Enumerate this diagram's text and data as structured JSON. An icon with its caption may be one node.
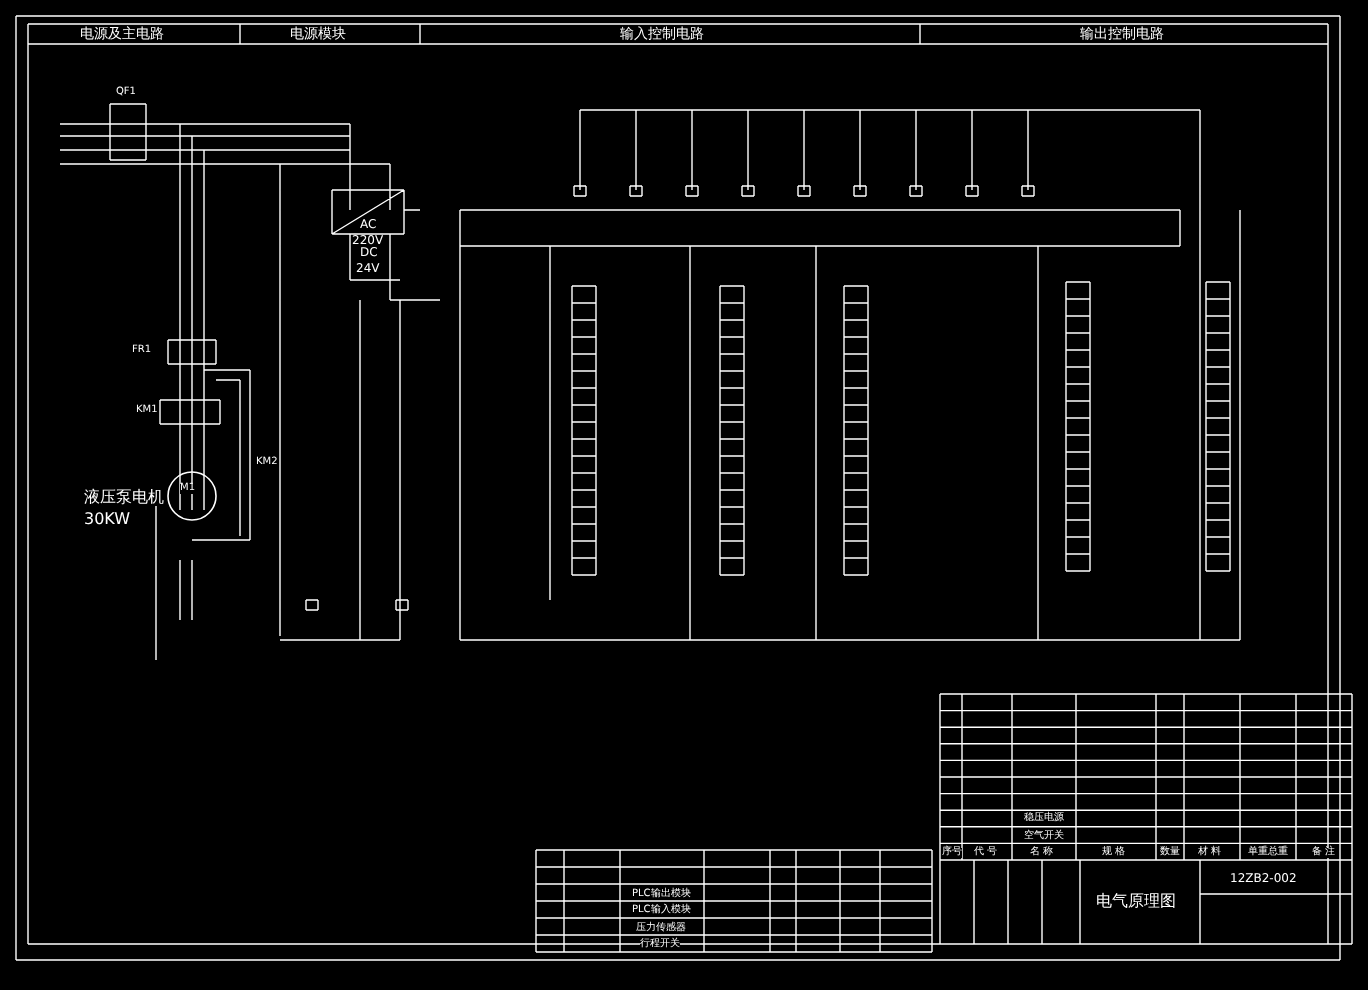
{
  "diagram": {
    "labels": [
      "电源及主电路",
      "电源模块",
      "输入控制电路",
      "输出控制电路",
      "QF1",
      "KM1",
      "FR1",
      "KM2",
      "M1",
      "液压泵电机",
      "30KW",
      "AC",
      "220V",
      "DC",
      "24V",
      "空气开关",
      "稳压电源",
      "序号",
      "代 号",
      "名 称",
      "规 格",
      "数量",
      "材 料",
      "单重总重",
      "备 注",
      "电气原理图",
      "12ZB2-002",
      "PLC输出模块",
      "PLC输入模块",
      "压力传感器",
      "行程开关"
    ]
  }
}
